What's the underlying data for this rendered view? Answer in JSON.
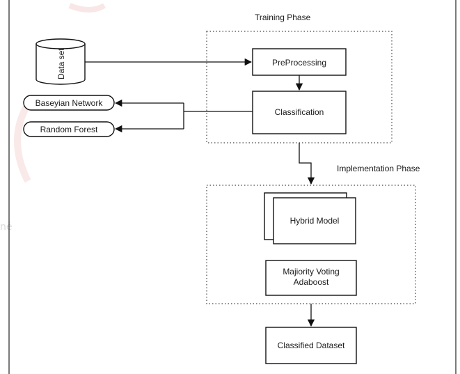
{
  "diagram": {
    "phases": {
      "training": "Training Phase",
      "implementation": "Implementation Phase"
    },
    "nodes": {
      "dataset": "Data set",
      "preprocessing": "PreProcessing",
      "classification": "Classification",
      "bayesian": "Baseyian Network",
      "random_forest": "Random Forest",
      "hybrid": "Hybrid Model",
      "voting_line1": "Majiority Voting",
      "voting_line2": "Adaboost",
      "classified": "Classified Dataset"
    },
    "watermark": {
      "small": "né"
    },
    "colors": {
      "stroke": "#111111",
      "watermark": "#f4c6c6"
    }
  }
}
